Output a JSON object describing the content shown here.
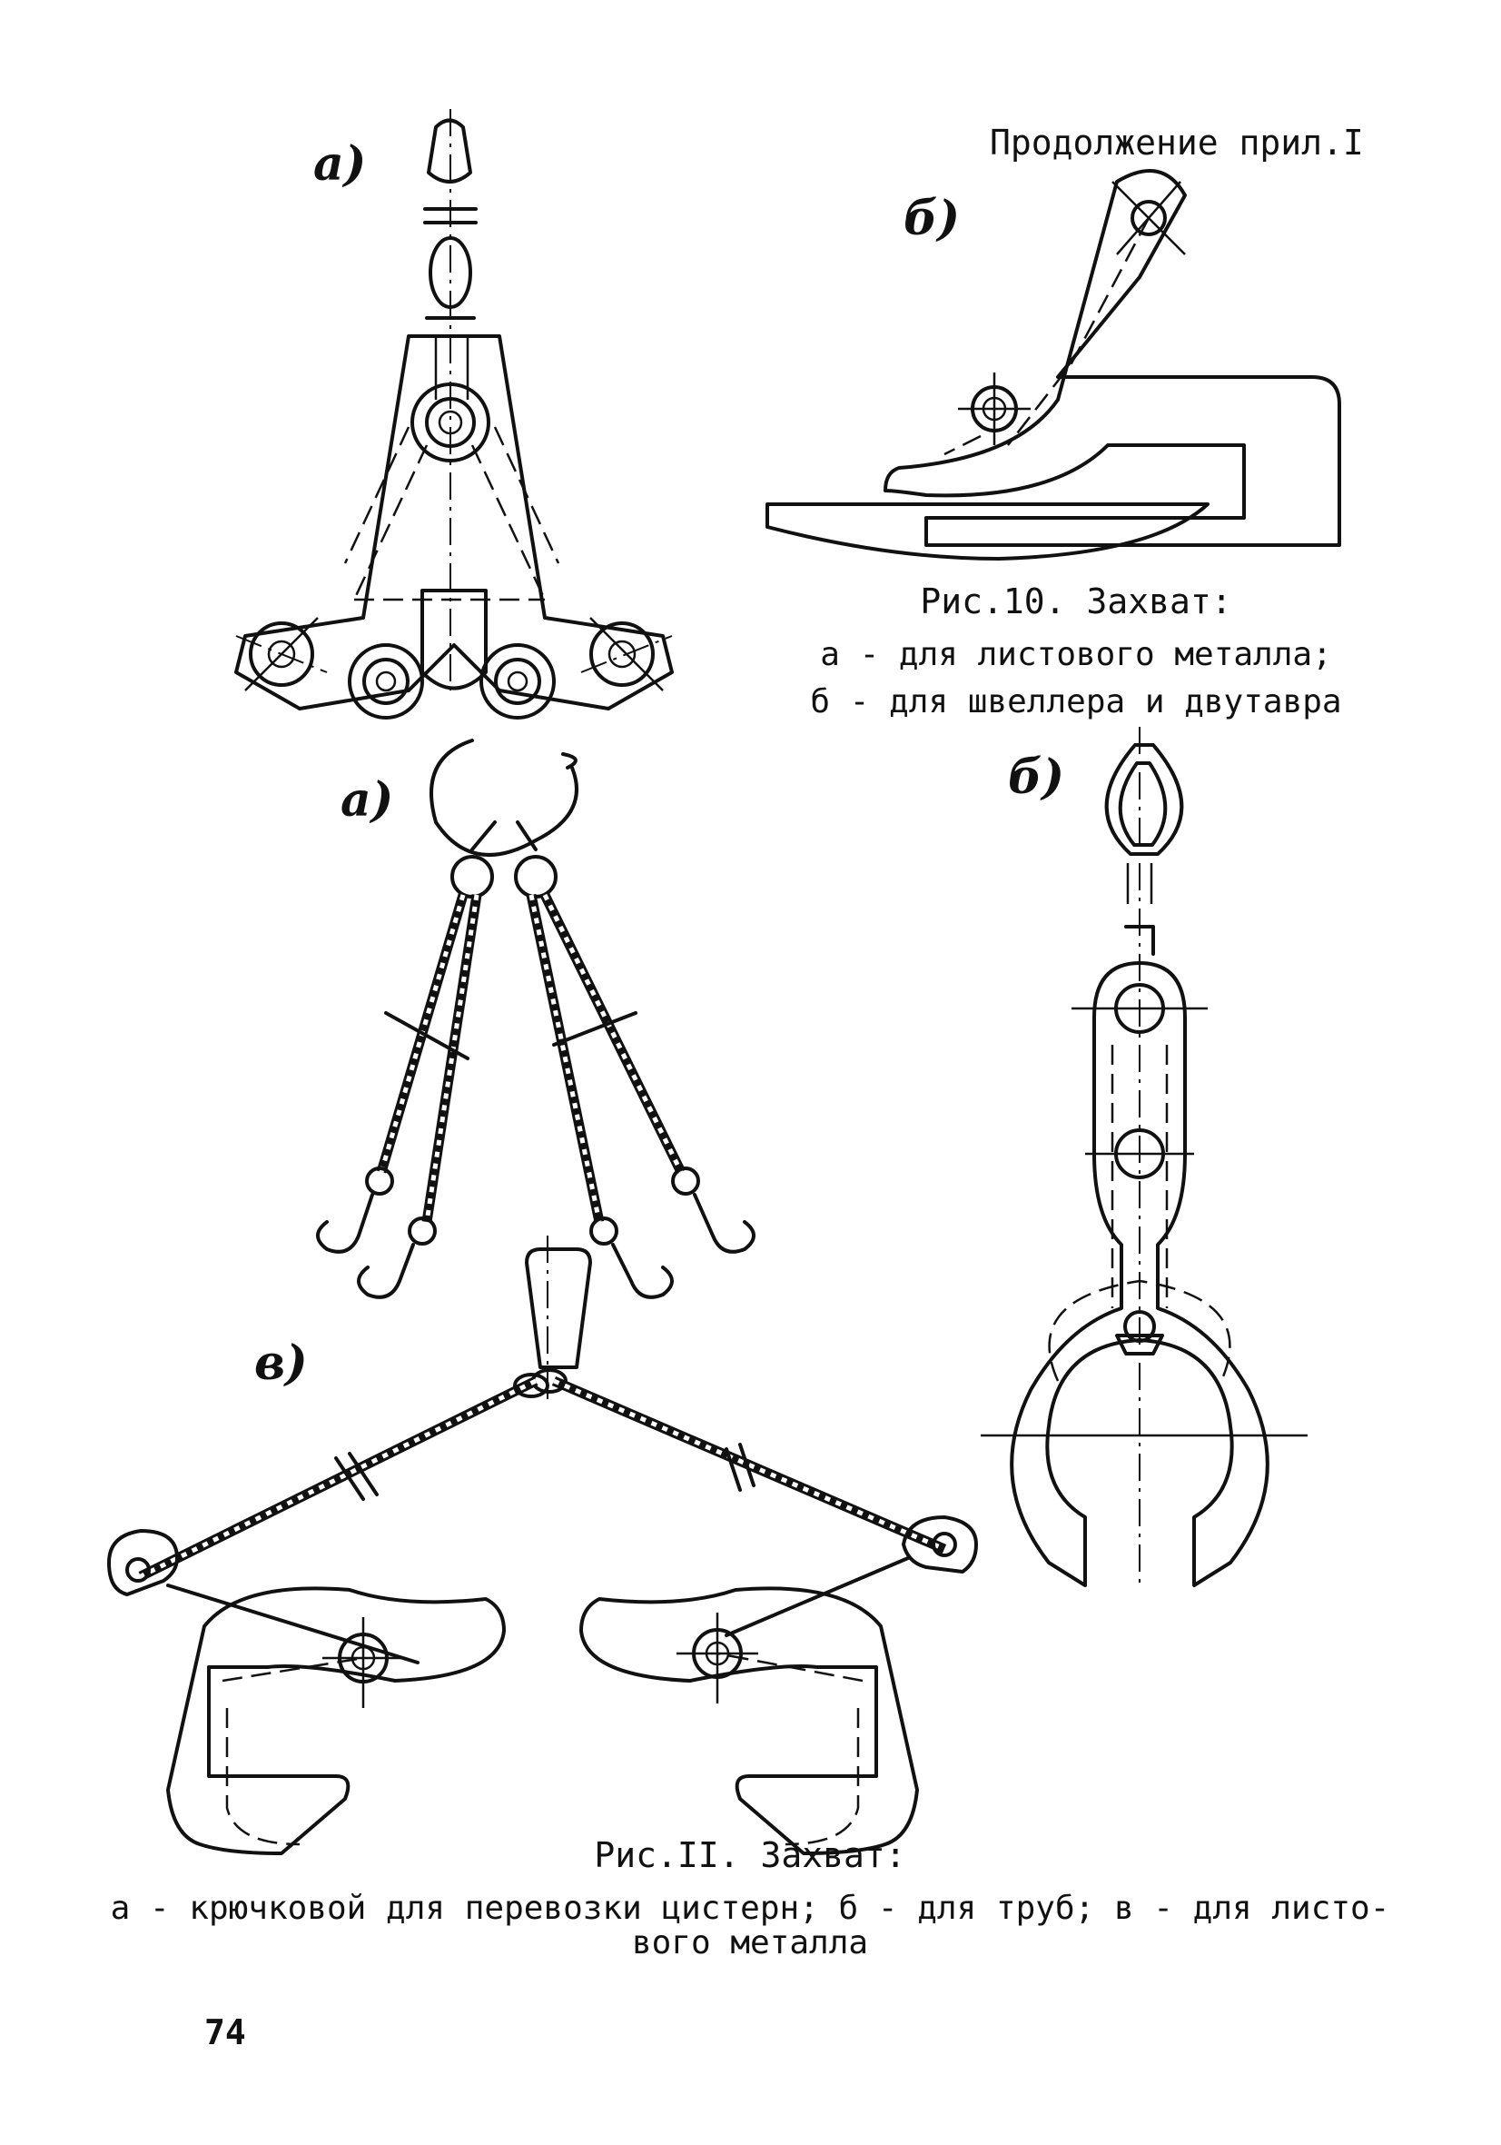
{
  "header": {
    "continuation": "Продолжение прил.I"
  },
  "figure10": {
    "labels": {
      "a": "а)",
      "b": "б)"
    },
    "caption_title": "Рис.10. Захват:",
    "caption_a": "а - для листового металла;",
    "caption_b": "б - для швеллера и двутавра"
  },
  "figure11": {
    "labels": {
      "a": "а)",
      "b": "б)",
      "c": "в)"
    },
    "caption_title": "Рис.II. Захват:",
    "caption_line1": "а - крючковой для перевозки цистерн; б - для труб; в - для листо-",
    "caption_line2": "вого металла"
  },
  "page_number": "74"
}
